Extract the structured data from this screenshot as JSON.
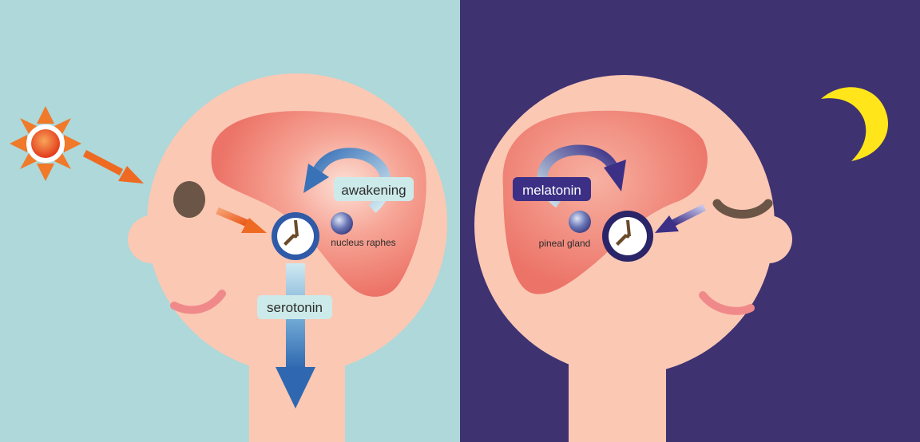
{
  "labels": {
    "awakening": "awakening",
    "nucleus_raphes": "nucleus raphes",
    "serotonin": "serotonin",
    "melatonin": "melatonin",
    "pineal_gland": "pineal gland"
  },
  "panels": {
    "day": {
      "background": "day"
    },
    "night": {
      "background": "night"
    }
  },
  "colors": {
    "day_bg": "#aed8d9",
    "night_bg": "#3e3271",
    "skin": "#fbc8b4",
    "brain": "#ec7367",
    "brain_light": "#f8b8a9",
    "arrow_orange": "#ee6a22",
    "arrow_blue": "#3a72b8",
    "arrow_dark": "#3b2f86",
    "clock_ring_day": "#2e5aa8",
    "clock_ring_night": "#2a2468",
    "moon": "#ffe51a",
    "sun": "#e8461e",
    "sun_ray": "#f0792a",
    "mouth": "#f08a8a",
    "eye": "#6b5547",
    "label_box_day": "#cdeaea",
    "label_box_night": "#3b2f86"
  },
  "icons": [
    "sun-icon",
    "moon-icon",
    "clock-icon",
    "closed-eye-icon",
    "open-eye-icon"
  ]
}
